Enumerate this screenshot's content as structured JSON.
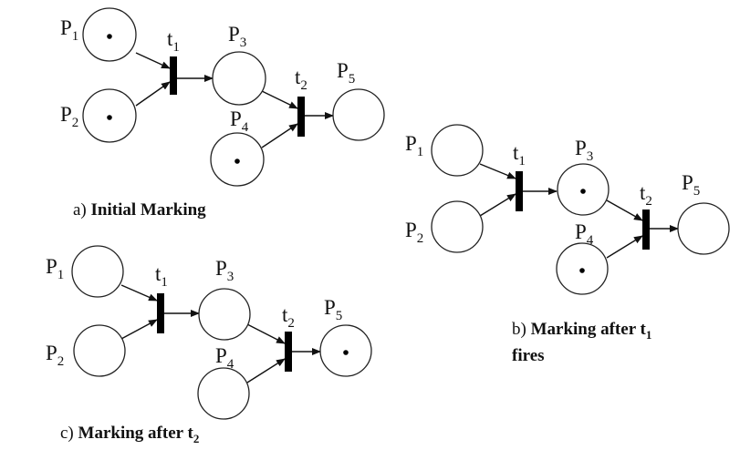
{
  "diagrams": [
    {
      "id": "a",
      "caption": {
        "prefix": "a) ",
        "text": "Initial Marking",
        "subscript": ""
      },
      "places": [
        {
          "name": "P1",
          "base": "P",
          "sub": "1",
          "tokens": 1
        },
        {
          "name": "P2",
          "base": "P",
          "sub": "2",
          "tokens": 1
        },
        {
          "name": "P3",
          "base": "P",
          "sub": "3",
          "tokens": 0
        },
        {
          "name": "P4",
          "base": "P",
          "sub": "4",
          "tokens": 1
        },
        {
          "name": "P5",
          "base": "P",
          "sub": "5",
          "tokens": 0
        }
      ],
      "transitions": [
        {
          "name": "t1",
          "base": "t",
          "sub": "1"
        },
        {
          "name": "t2",
          "base": "t",
          "sub": "2"
        }
      ]
    },
    {
      "id": "b",
      "caption": {
        "prefix": "b) ",
        "text": "Marking after t",
        "subscript": "1",
        "line2": "fires"
      },
      "places": [
        {
          "name": "P1",
          "base": "P",
          "sub": "1",
          "tokens": 0
        },
        {
          "name": "P2",
          "base": "P",
          "sub": "2",
          "tokens": 0
        },
        {
          "name": "P3",
          "base": "P",
          "sub": "3",
          "tokens": 1
        },
        {
          "name": "P4",
          "base": "P",
          "sub": "4",
          "tokens": 1
        },
        {
          "name": "P5",
          "base": "P",
          "sub": "5",
          "tokens": 0
        }
      ],
      "transitions": [
        {
          "name": "t1",
          "base": "t",
          "sub": "1"
        },
        {
          "name": "t2",
          "base": "t",
          "sub": "2"
        }
      ]
    },
    {
      "id": "c",
      "caption": {
        "prefix": "c) ",
        "text": "Marking after t",
        "subscript": "2"
      },
      "places": [
        {
          "name": "P1",
          "base": "P",
          "sub": "1",
          "tokens": 0
        },
        {
          "name": "P2",
          "base": "P",
          "sub": "2",
          "tokens": 0
        },
        {
          "name": "P3",
          "base": "P",
          "sub": "3",
          "tokens": 0
        },
        {
          "name": "P4",
          "base": "P",
          "sub": "4",
          "tokens": 0
        },
        {
          "name": "P5",
          "base": "P",
          "sub": "5",
          "tokens": 1
        }
      ],
      "transitions": [
        {
          "name": "t1",
          "base": "t",
          "sub": "1"
        },
        {
          "name": "t2",
          "base": "t",
          "sub": "2"
        }
      ]
    }
  ]
}
